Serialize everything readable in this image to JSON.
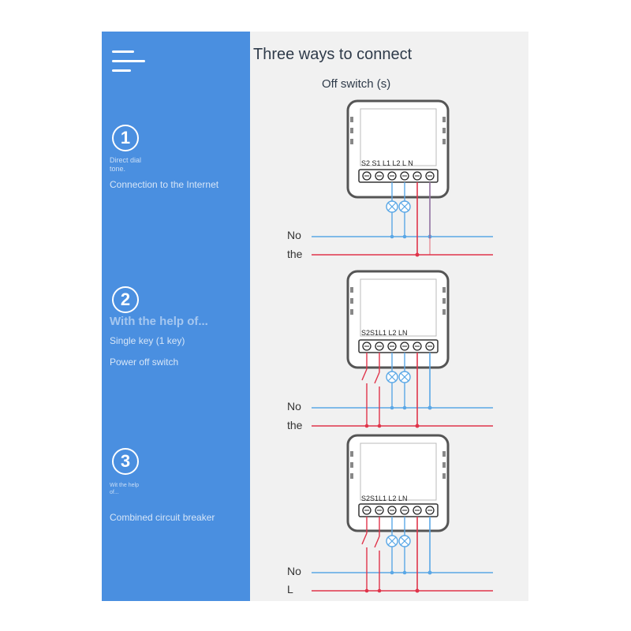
{
  "sidebar": {
    "steps": [
      {
        "number": "1",
        "lines": [
          "Direct dial",
          "tone."
        ],
        "caption": "Connection to the Internet"
      },
      {
        "number": "2",
        "heading": "With the help of...",
        "lines": [
          "Single key (1 key)"
        ],
        "caption": "Power off switch"
      },
      {
        "number": "3",
        "lines": [
          "Wit the help",
          "of..."
        ],
        "caption": "Combined circuit breaker"
      }
    ]
  },
  "main": {
    "title": "Three ways to connect",
    "subtitle": "Off switch (s)",
    "diagrams": [
      {
        "terminal_label": "S2 S1 L1 L2 L N",
        "wire_labels": [
          "No",
          "the"
        ]
      },
      {
        "terminal_label": "S2S1L1 L2 LN",
        "wire_labels": [
          "No",
          "the"
        ]
      },
      {
        "terminal_label": "S2S1L1 L2 LN",
        "wire_labels": [
          "No",
          "L"
        ]
      }
    ]
  },
  "colors": {
    "sidebar": "#4a8fe0",
    "neutral_wire": "#5aa7e6",
    "live_wire": "#e0344a",
    "device_border": "#555555"
  },
  "icons": {
    "menu": "hamburger-menu-icon",
    "lamp": "lamp-icon",
    "switch": "switch-icon"
  }
}
